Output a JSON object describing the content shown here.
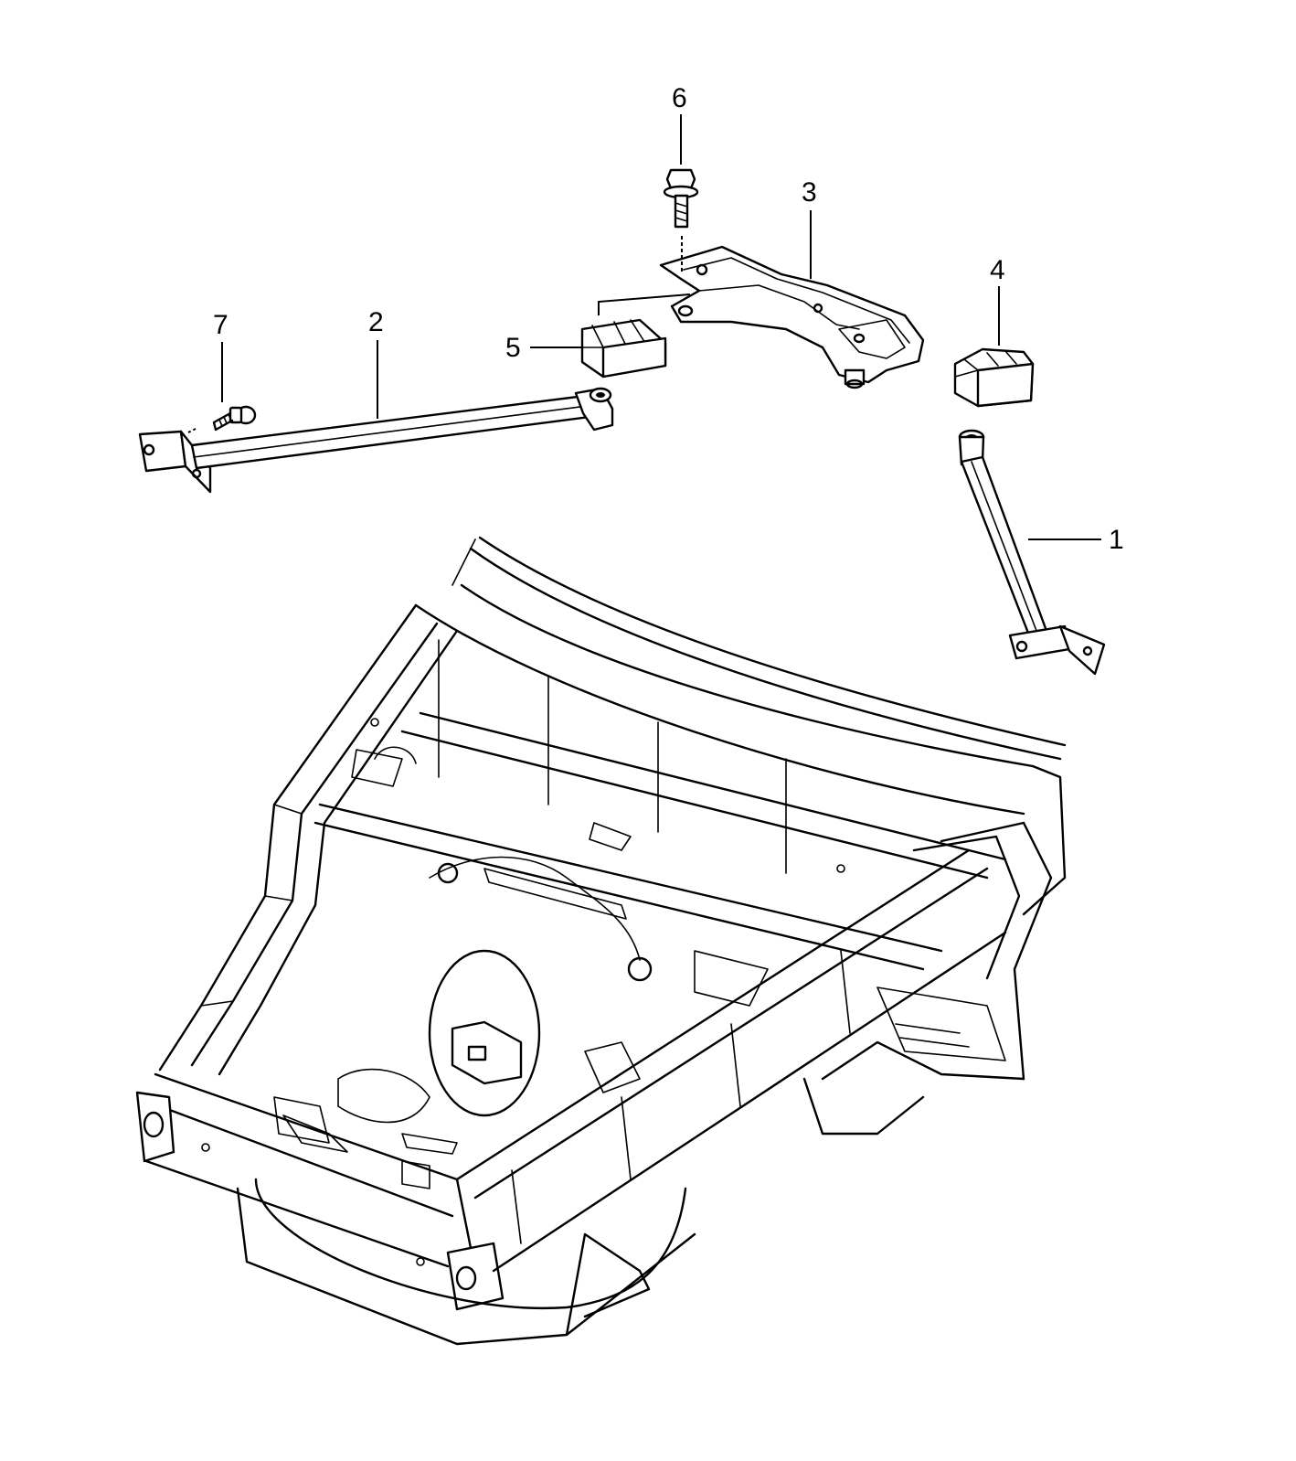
{
  "callouts": [
    {
      "id": "1",
      "label": "1"
    },
    {
      "id": "2",
      "label": "2"
    },
    {
      "id": "3",
      "label": "3"
    },
    {
      "id": "4",
      "label": "4"
    },
    {
      "id": "5",
      "label": "5"
    },
    {
      "id": "6",
      "label": "6"
    },
    {
      "id": "7",
      "label": "7"
    }
  ],
  "colors": {
    "line": "#000000",
    "background": "#ffffff",
    "rubber_fill": "#8a8a8a"
  }
}
